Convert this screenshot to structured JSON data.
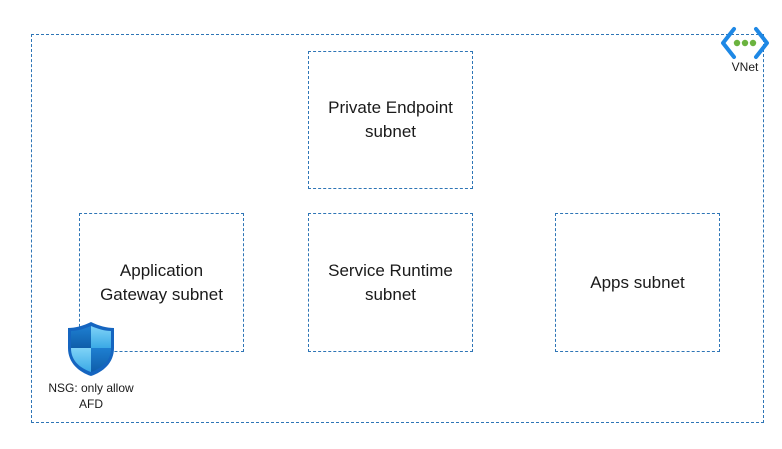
{
  "vnet": {
    "label": "VNet",
    "icon": "vnet-icon",
    "border_color": "#2E75B6"
  },
  "subnets": {
    "private_endpoint": "Private Endpoint\nsubnet",
    "app_gateway": "Application\nGateway subnet",
    "service_runtime": "Service Runtime\nsubnet",
    "apps": "Apps subnet"
  },
  "nsg": {
    "label": "NSG: only allow\nAFD",
    "icon": "shield-icon"
  }
}
